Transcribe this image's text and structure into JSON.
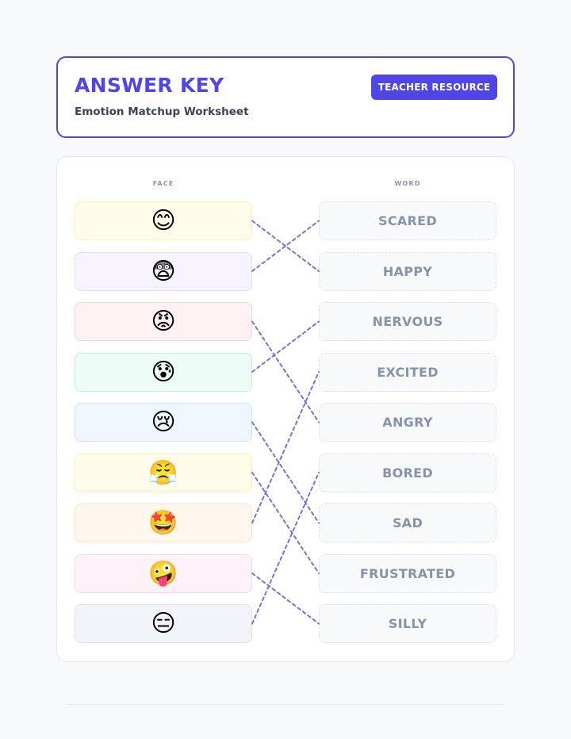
{
  "header": {
    "title": "ANSWER KEY",
    "subtitle": "Emotion Matchup Worksheet",
    "badge": "TEACHER RESOURCE"
  },
  "columns": {
    "face": "FACE",
    "word": "WORD"
  },
  "faces": [
    {
      "emoji": "😊",
      "icon": "smiling-face-icon",
      "bg": "#fefce8",
      "border": "#fdf3b4"
    },
    {
      "emoji": "😨",
      "icon": "fearful-face-icon",
      "bg": "#f7f3fe",
      "border": "#e6dcfb"
    },
    {
      "emoji": "😡",
      "icon": "angry-face-icon",
      "bg": "#fef1f1",
      "border": "#fbd5d5"
    },
    {
      "emoji": "😰",
      "icon": "anxious-face-with-sweat-icon",
      "bg": "#edfcf6",
      "border": "#bdf0da"
    },
    {
      "emoji": "😢",
      "icon": "crying-face-icon",
      "bg": "#eff6ff",
      "border": "#cfe0fb"
    },
    {
      "emoji": "😤",
      "icon": "face-with-steam-icon",
      "bg": "#fefce8",
      "border": "#fbf0b5"
    },
    {
      "emoji": "🤩",
      "icon": "star-struck-face-icon",
      "bg": "#fff7ed",
      "border": "#fde3c4"
    },
    {
      "emoji": "🤪",
      "icon": "zany-face-icon",
      "bg": "#fdf2f8",
      "border": "#fbd7ea"
    },
    {
      "emoji": "😑",
      "icon": "expressionless-face-icon",
      "bg": "#f1f5f9",
      "border": "#dbe1ea"
    }
  ],
  "words": [
    "SCARED",
    "HAPPY",
    "NERVOUS",
    "EXCITED",
    "ANGRY",
    "BORED",
    "SAD",
    "FRUSTRATED",
    "SILLY"
  ],
  "matches": [
    1,
    0,
    4,
    2,
    6,
    7,
    3,
    8,
    5
  ],
  "colors": {
    "accent": "#4f46e5",
    "match_line": "#7c6fdc"
  }
}
